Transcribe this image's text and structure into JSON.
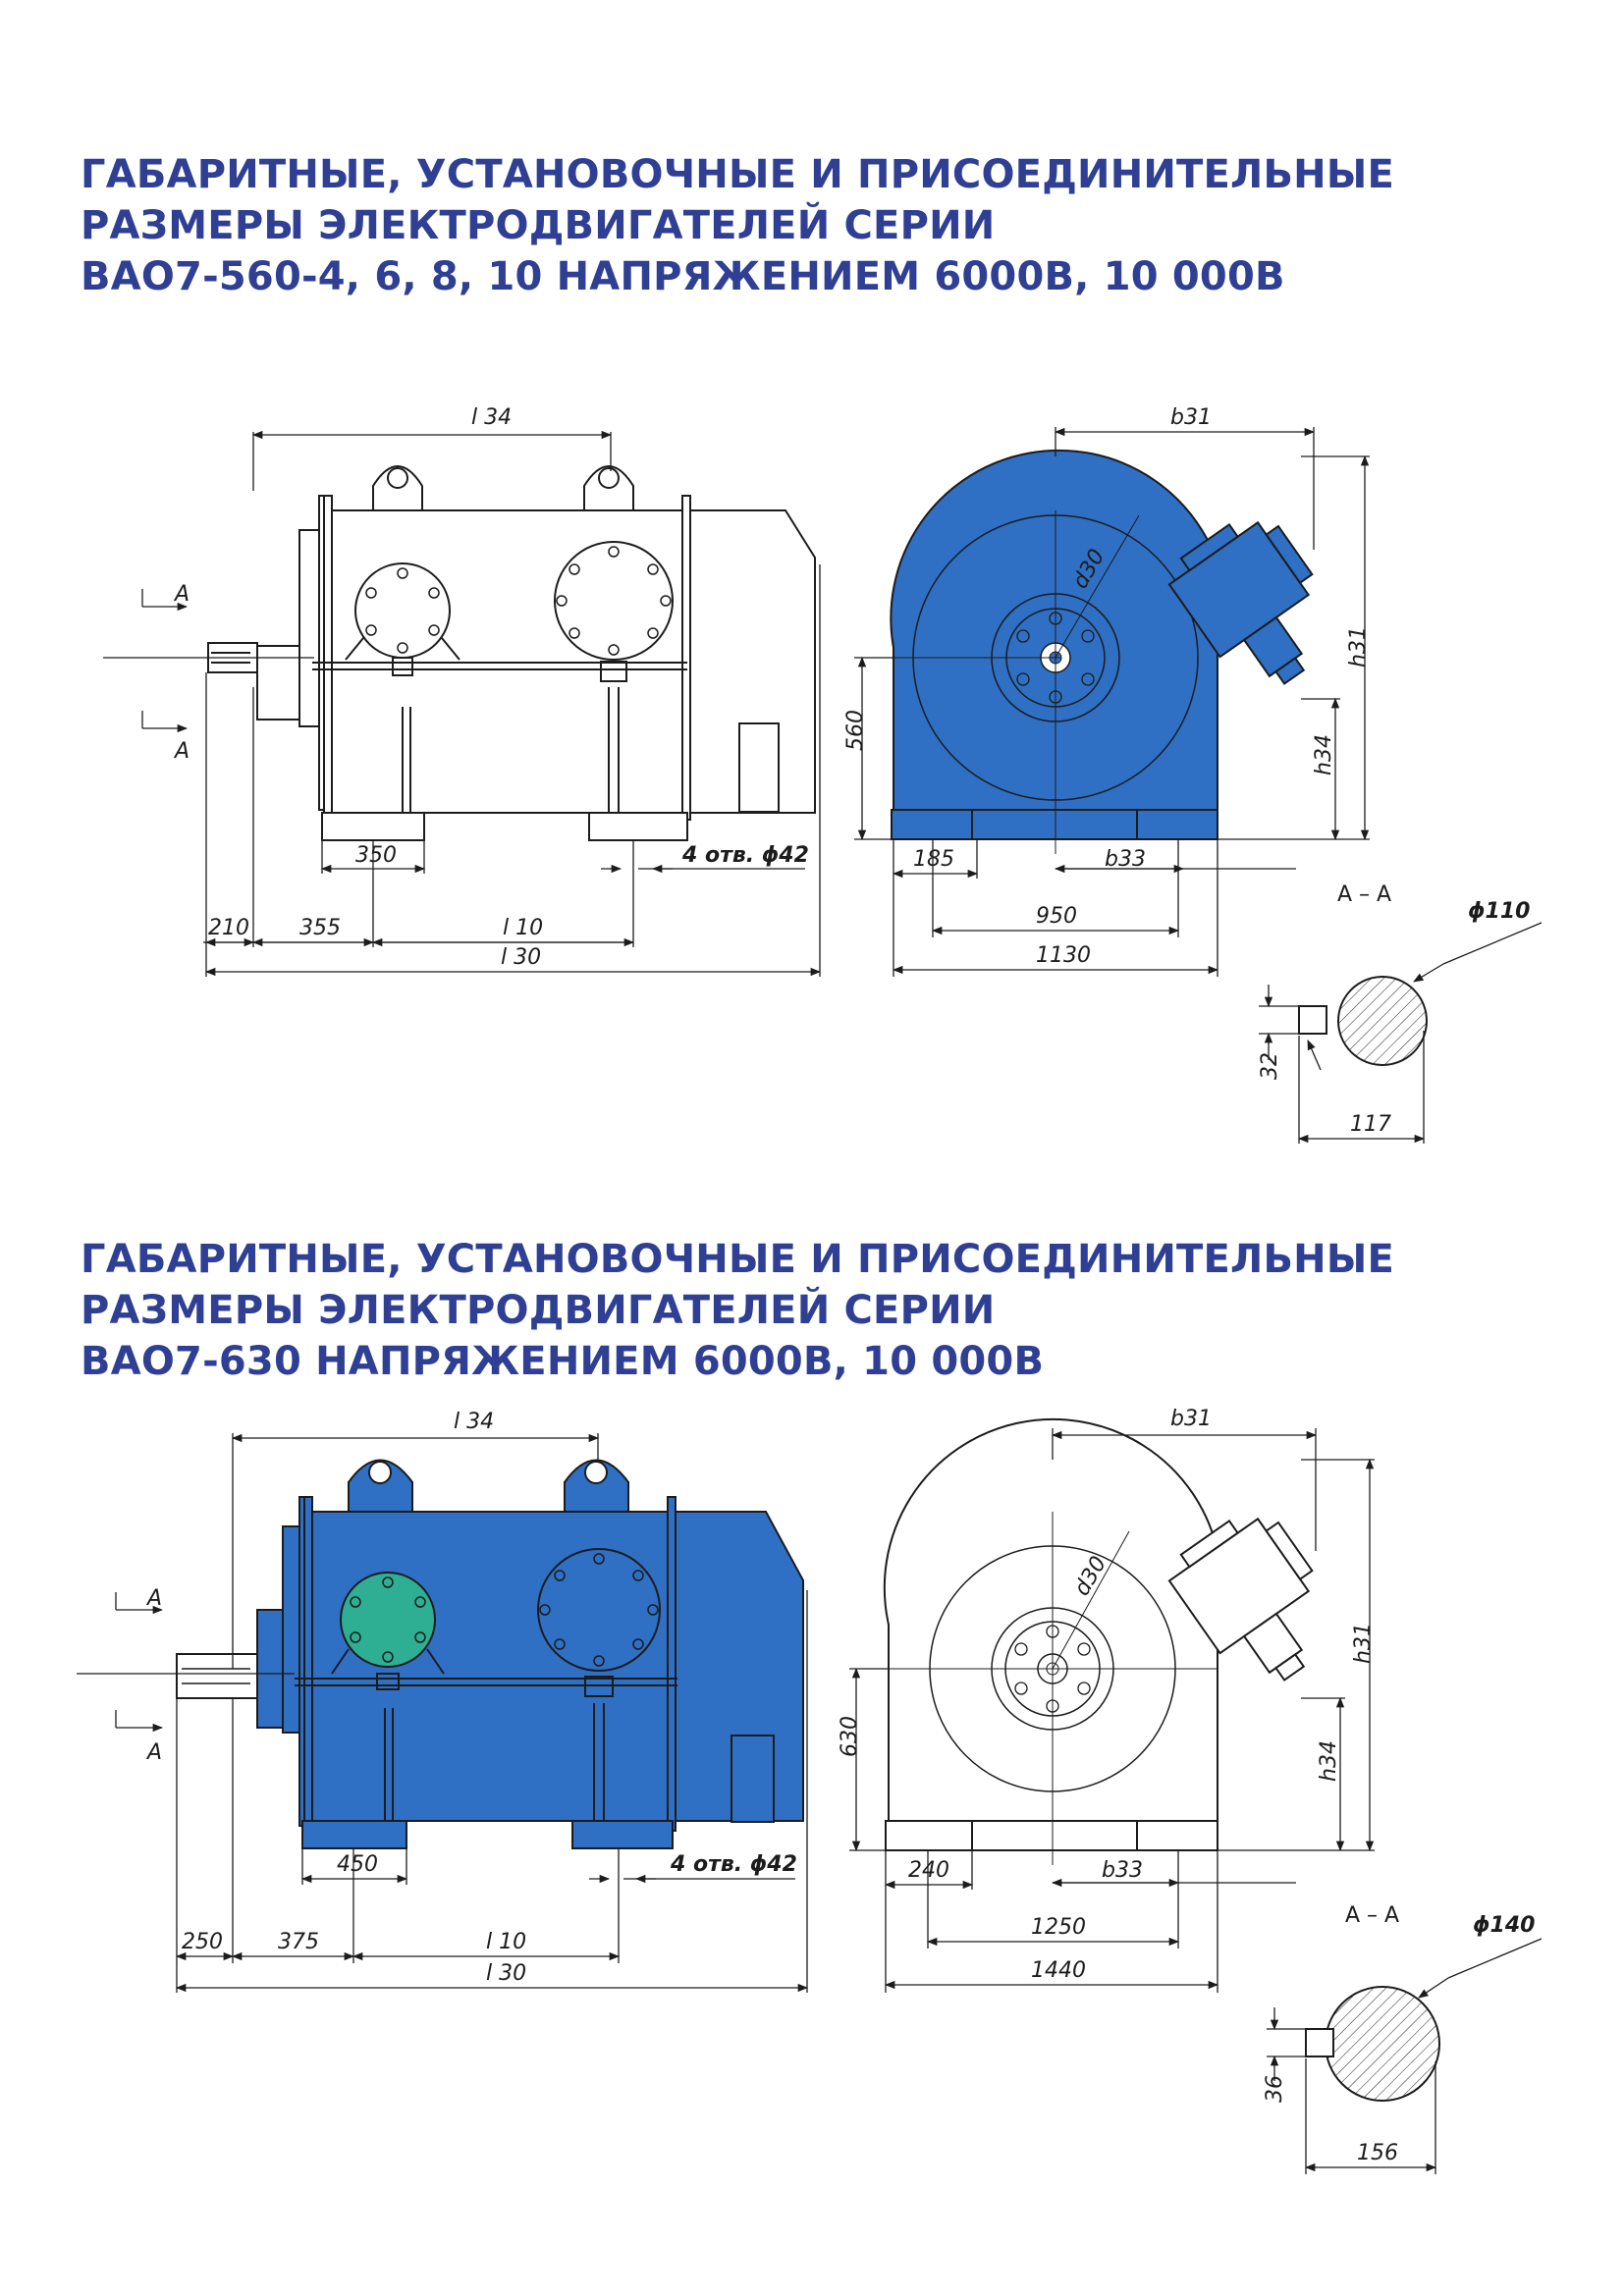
{
  "section1": {
    "title_lines": [
      "ГАБАРИТНЫЕ, УСТАНОВОЧНЫЕ И ПРИСОЕДИНИТЕЛЬНЫЕ",
      "РАЗМЕРЫ ЭЛЕКТРОДВИГАТЕЛЕЙ СЕРИИ",
      "ВАО7-560-4, 6, 8, 10  НАПРЯЖЕНИЕМ 6000В, 10 000В"
    ],
    "side": {
      "l34": "l 34",
      "section_mark": "A",
      "d350": "350",
      "holes": "4 отв. ϕ42",
      "d210": "210",
      "d355": "355",
      "l10": "l 10",
      "l30": "l 30"
    },
    "front": {
      "b31": "b31",
      "d30": "d30",
      "h31": "h31",
      "h34": "h34",
      "d560": "560",
      "d185": "185",
      "b33": "b33",
      "d950": "950",
      "d1130": "1130"
    },
    "shaft": {
      "label": "A – A",
      "diameter": "ϕ110",
      "key": "32",
      "depth": "117"
    }
  },
  "section2": {
    "title_lines": [
      "ГАБАРИТНЫЕ, УСТАНОВОЧНЫЕ И ПРИСОЕДИНИТЕЛЬНЫЕ",
      "РАЗМЕРЫ ЭЛЕКТРОДВИГАТЕЛЕЙ СЕРИИ",
      "ВАО7-630  НАПРЯЖЕНИЕМ 6000В, 10 000В"
    ],
    "side": {
      "l34": "l 34",
      "section_mark": "A",
      "d450": "450",
      "holes": "4 отв. ϕ42",
      "d250": "250",
      "d375": "375",
      "l10": "l 10",
      "l30": "l 30"
    },
    "front": {
      "b31": "b31",
      "d30": "d30",
      "h31": "h31",
      "h34": "h34",
      "d630": "630",
      "d240": "240",
      "b33": "b33",
      "d1250": "1250",
      "d1440": "1440"
    },
    "shaft": {
      "label": "A – A",
      "diameter": "ϕ140",
      "key": "36",
      "depth": "156"
    }
  },
  "colors": {
    "heading": "#2e3f94",
    "motor_blue": "#2f6fc4",
    "terminal_teal": "#2eae93",
    "line": "#1c1c1c"
  }
}
